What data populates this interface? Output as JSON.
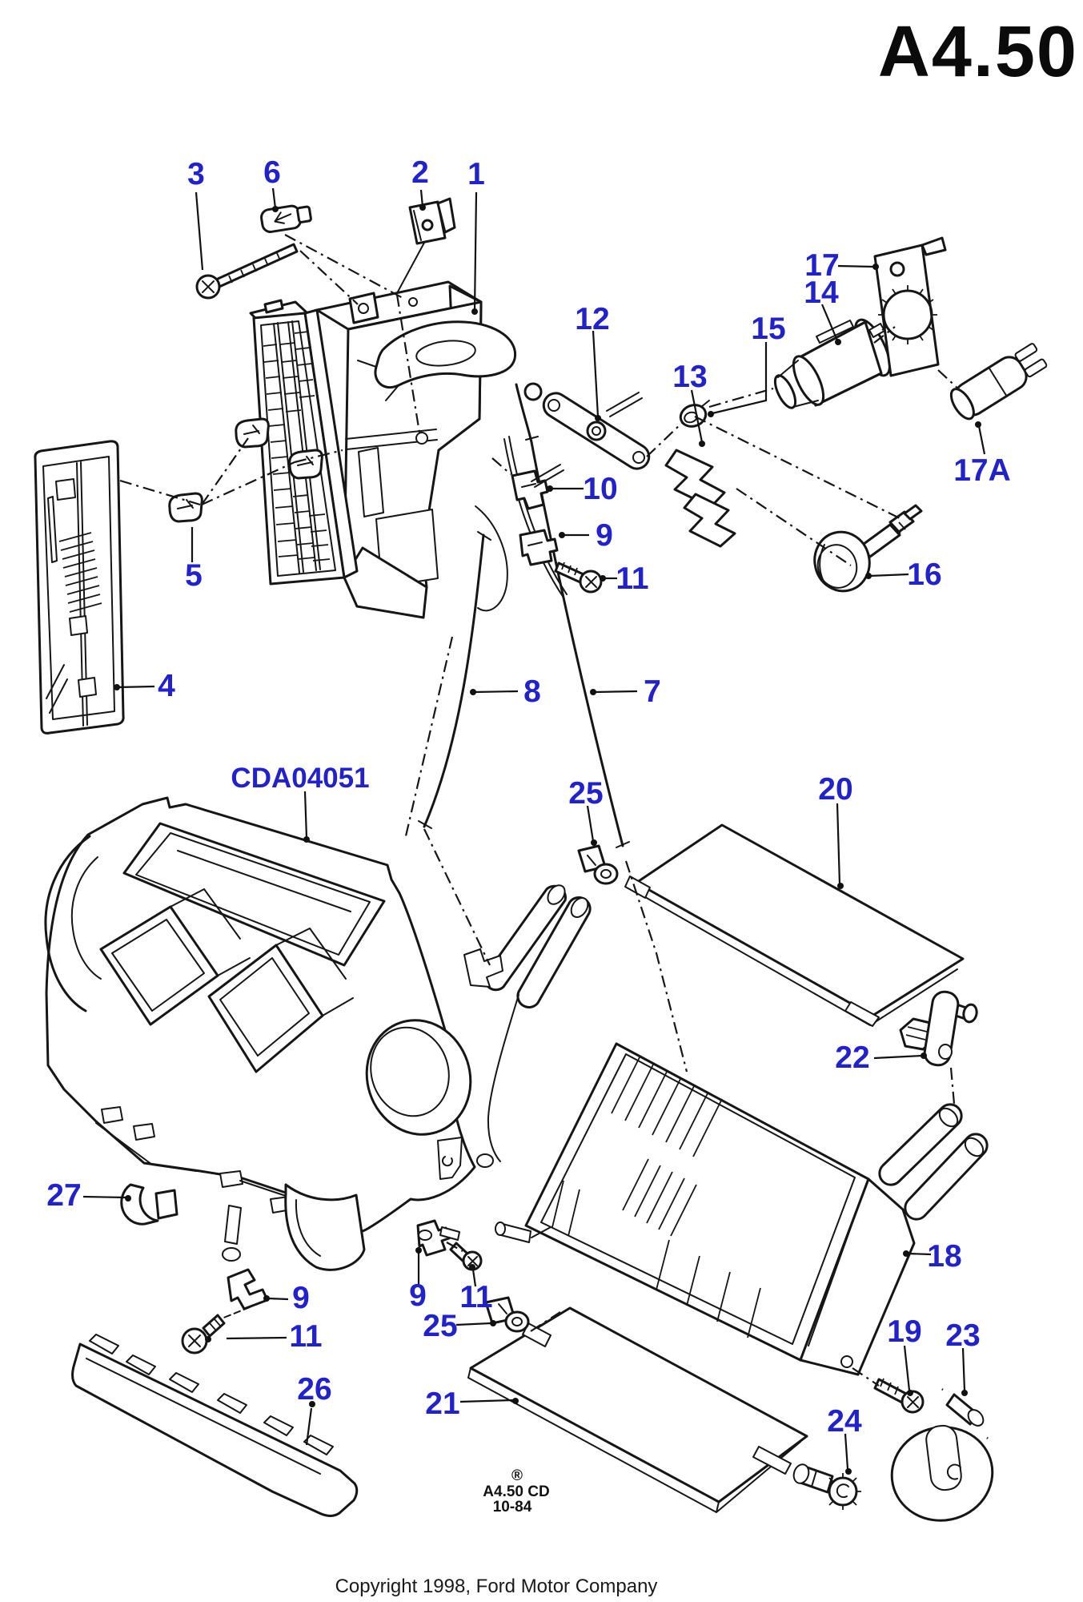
{
  "page": {
    "title_code": "A4.50",
    "copyright": "Copyright 1998, Ford Motor Company",
    "stamp": {
      "registered_symbol": "®",
      "catalog_code": "A4.50 CD",
      "date_code": "10-84"
    },
    "assembly_label": {
      "text": "CDA04051"
    },
    "colors": {
      "label_blue": "#2222cd",
      "line": "#161616",
      "background": "#ffffff"
    }
  },
  "part_labels": [
    {
      "text": "3"
    },
    {
      "text": "6"
    },
    {
      "text": "2"
    },
    {
      "text": "1"
    },
    {
      "text": "12"
    },
    {
      "text": "13"
    },
    {
      "text": "15"
    },
    {
      "text": "14"
    },
    {
      "text": "17"
    },
    {
      "text": "17A"
    },
    {
      "text": "10"
    },
    {
      "text": "9"
    },
    {
      "text": "11"
    },
    {
      "text": "16"
    },
    {
      "text": "5"
    },
    {
      "text": "4"
    },
    {
      "text": "8"
    },
    {
      "text": "7"
    },
    {
      "text": "25"
    },
    {
      "text": "20"
    },
    {
      "text": "22"
    },
    {
      "text": "27"
    },
    {
      "text": "18"
    },
    {
      "text": "9"
    },
    {
      "text": "9"
    },
    {
      "text": "11"
    },
    {
      "text": "19"
    },
    {
      "text": "23"
    },
    {
      "text": "25"
    },
    {
      "text": "11"
    },
    {
      "text": "26"
    },
    {
      "text": "21"
    },
    {
      "text": "24"
    }
  ]
}
